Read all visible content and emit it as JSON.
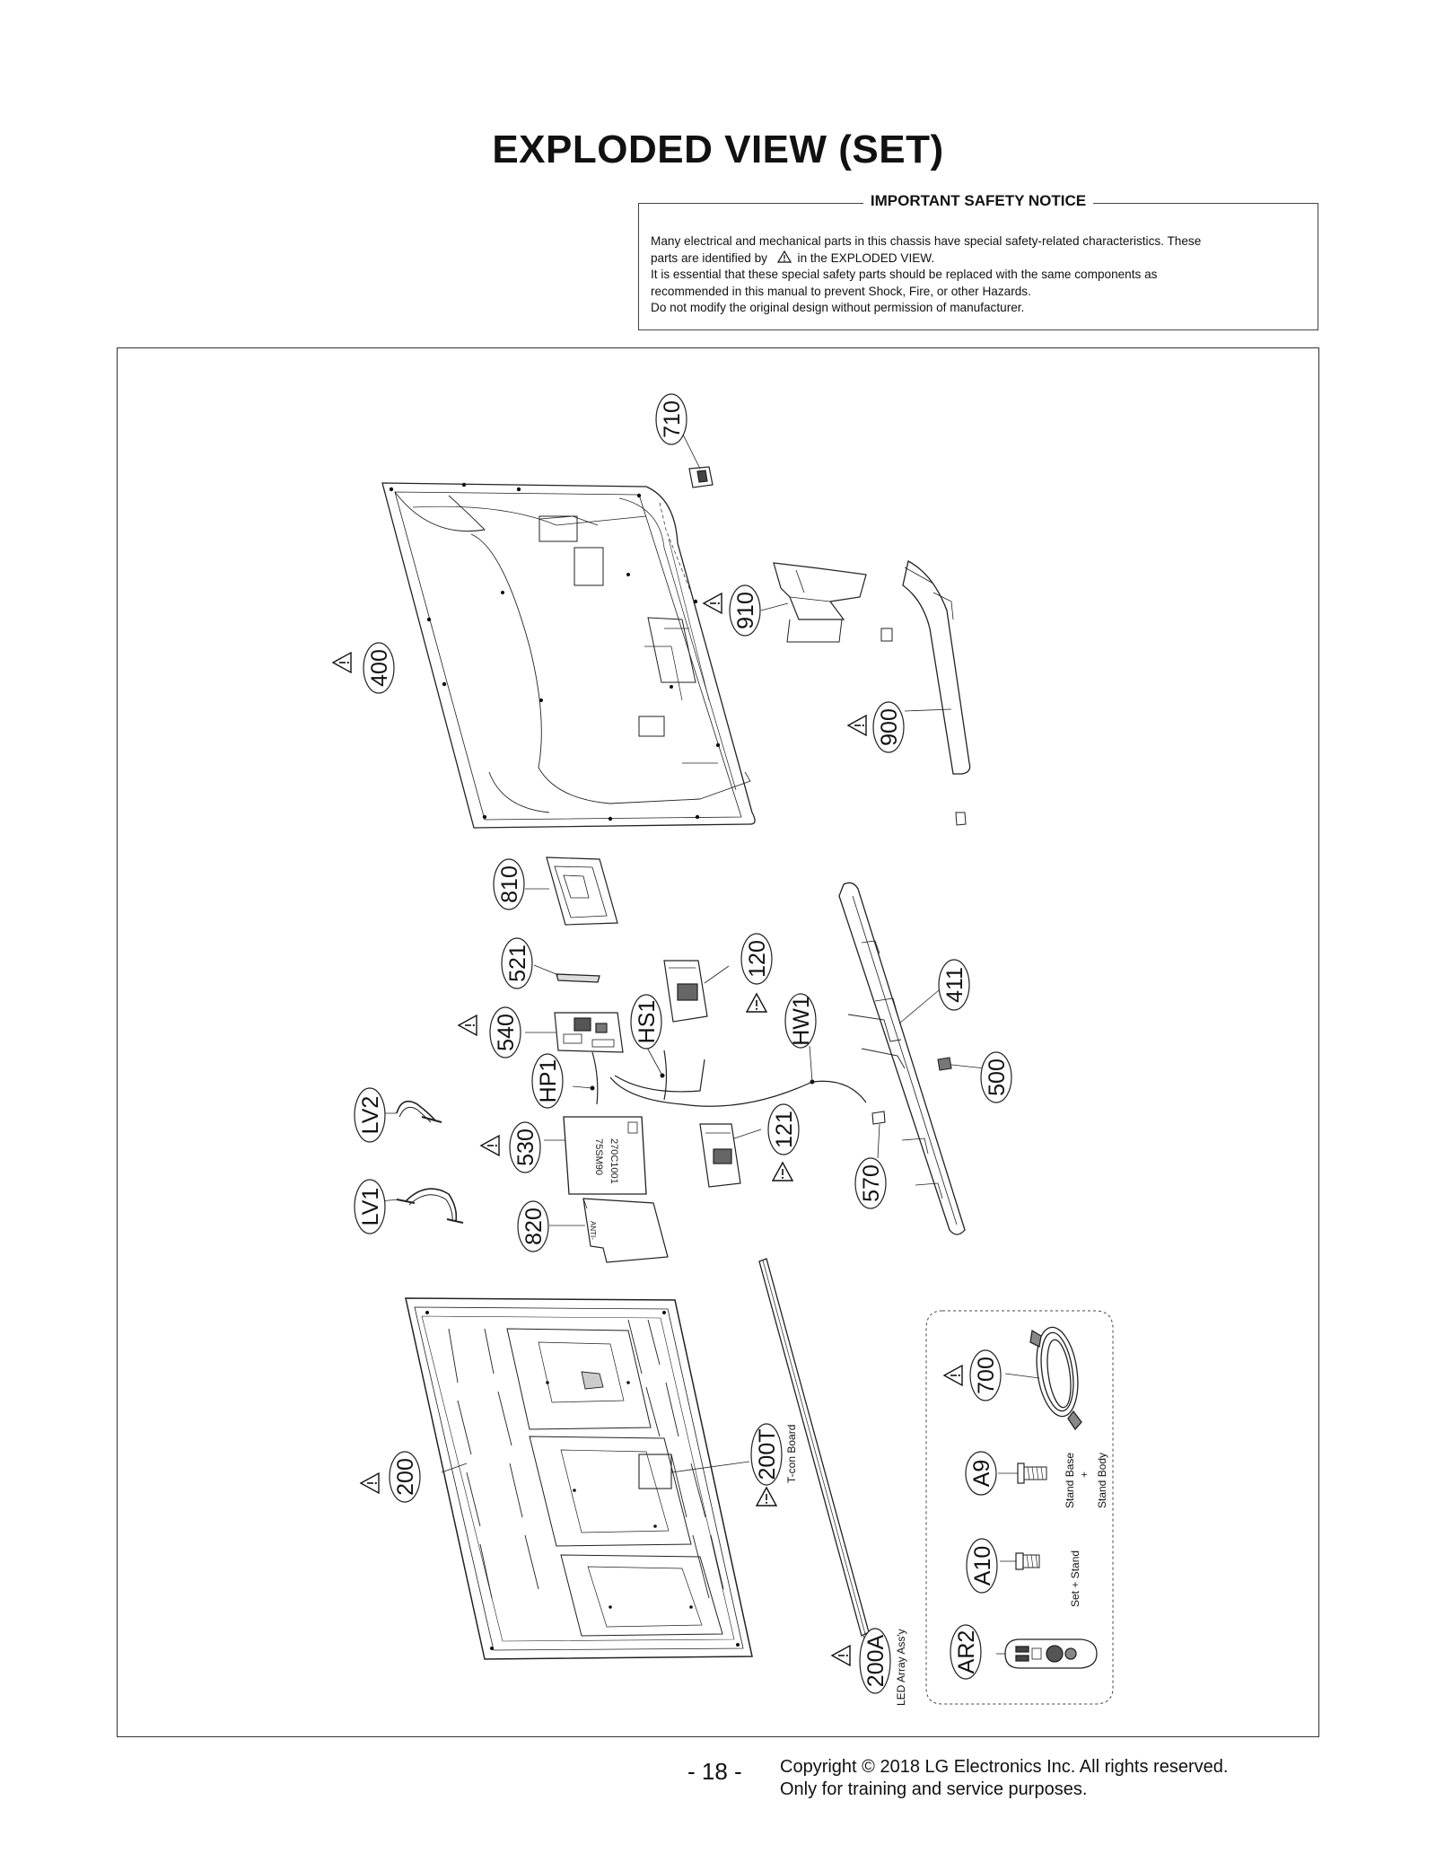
{
  "page_title": "EXPLODED VIEW (SET)",
  "notice": {
    "heading": "IMPORTANT SAFETY NOTICE",
    "line1": "Many electrical and mechanical parts in this chassis have special safety-related characteristics. These",
    "line2_a": "parts are identified by",
    "line2_b": "in the EXPLODED VIEW.",
    "line3": "It is essential that these special safety parts should be replaced with the same components as",
    "line4": "recommended in this manual to prevent Shock, Fire, or other Hazards.",
    "line5": "Do not modify the original design without permission of manufacturer."
  },
  "parts": {
    "p710": "710",
    "p910": "910",
    "p900": "900",
    "p400": "400",
    "p810": "810",
    "p521": "521",
    "p120": "120",
    "p540": "540",
    "pHS1": "HS1",
    "pHW1": "HW1",
    "p411": "411",
    "pHP1": "HP1",
    "pLV2": "LV2",
    "p500": "500",
    "p530": "530",
    "p121": "121",
    "pLV1": "LV1",
    "p570": "570",
    "p820": "820",
    "p700": "700",
    "p200": "200",
    "p200T": "200T",
    "pA9": "A9",
    "pA10": "A10",
    "pAR2": "AR2",
    "p200A": "200A"
  },
  "sublabels": {
    "tcon": "T-con Board",
    "led": "LED Array Ass'y",
    "stand_base": "Stand Base",
    "plus": "+",
    "stand_body": "Stand Body",
    "set_stand": "Set + Stand"
  },
  "board_text": {
    "b530a": "75SM90",
    "b530b": "270C1001",
    "b820": "ANTI-"
  },
  "footer": {
    "page_number": "- 18 -",
    "copyright": "Copyright © 2018 LG Electronics Inc. All rights reserved.",
    "purpose": "Only for training and service purposes."
  }
}
